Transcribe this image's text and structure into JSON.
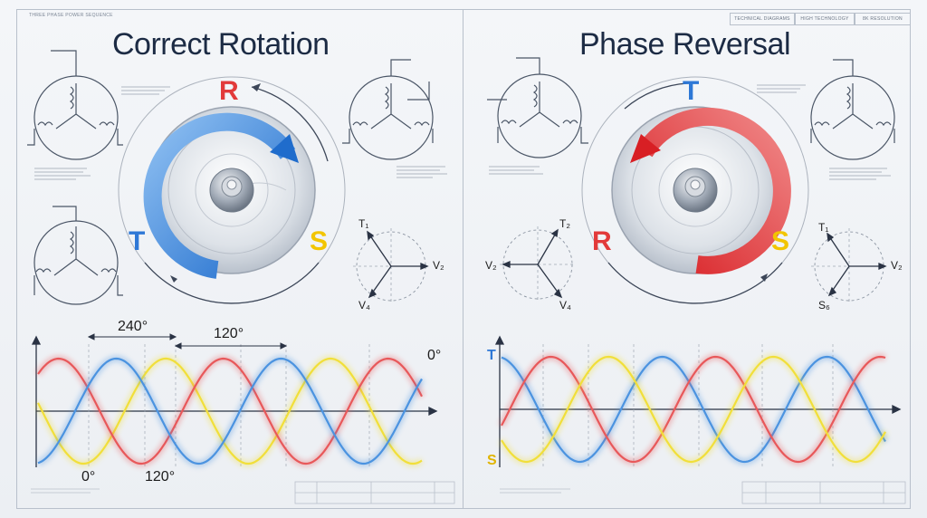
{
  "header": {
    "sheet_tag": "THREE PHASE POWER SEQUENCE",
    "boxes": [
      "TECHNICAL DIAGRAMS",
      "HIGH TECHNOLOGY",
      "8K RESOLUTION"
    ]
  },
  "left": {
    "title": "Correct Rotation",
    "phase_top": "R",
    "phase_left": "T",
    "phase_right": "S",
    "rotation": "clockwise",
    "vector_labels": [
      "T₁",
      "V₂",
      "V₄"
    ],
    "wave_labels": {
      "span_a": "240°",
      "span_b": "120°",
      "end": "0°",
      "start": "0°",
      "mid": "120°"
    }
  },
  "right": {
    "title": "Phase Reversal",
    "phase_top": "T",
    "phase_left": "R",
    "phase_right": "S",
    "rotation": "counterclockwise",
    "vector_labels": [
      "T₂",
      "V₂",
      "V₄"
    ],
    "vector_labels_2": [
      "T₁",
      "V₂",
      "S₆"
    ],
    "wave_labels": {
      "top": "T",
      "bottom": "S"
    }
  },
  "colors": {
    "r": "#e23a3a",
    "s": "#f2c500",
    "t": "#2e78d6",
    "ink": "#1c2b44",
    "wave_red": "#e8585a",
    "wave_blue": "#4b93e0",
    "wave_yellow": "#f1df3a"
  }
}
